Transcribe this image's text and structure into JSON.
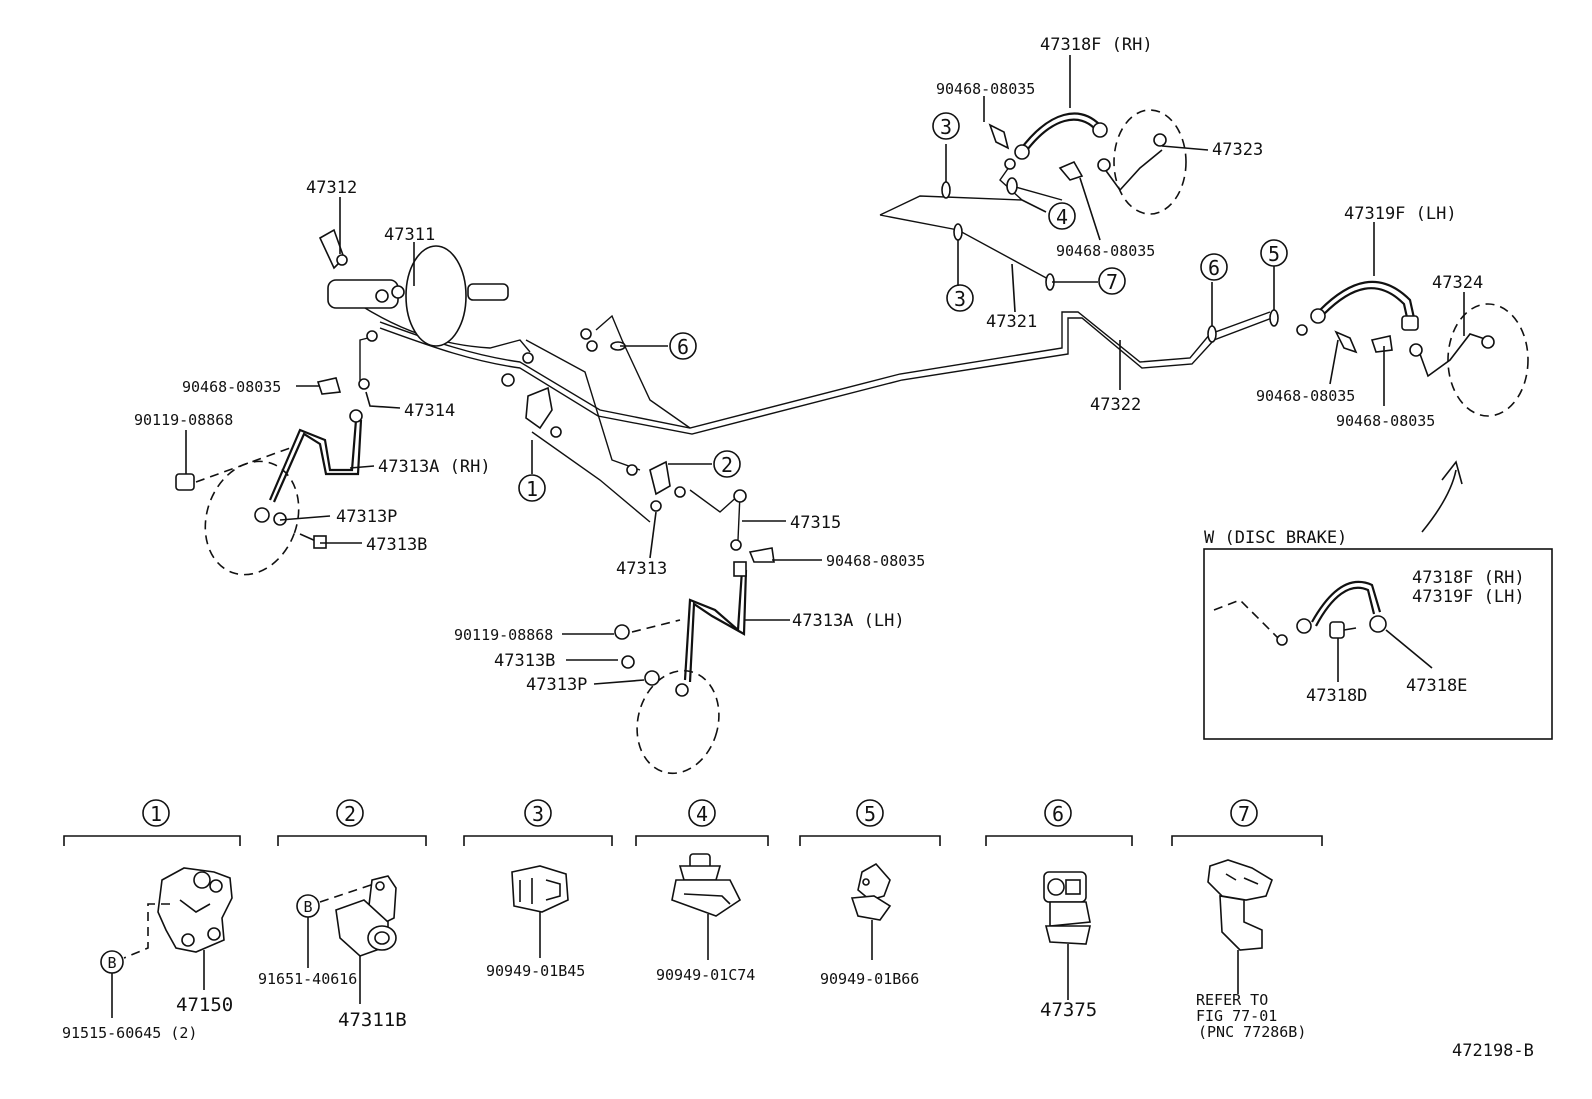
{
  "labels": {
    "p47318f_rh": "47318F (RH)",
    "p90468_top": "90468-08035",
    "p47323": "47323",
    "p90468_topright": "90468-08035",
    "p47312": "47312",
    "p47311": "47311",
    "p47321": "47321",
    "p47319f_lh": "47319F (LH)",
    "p47324": "47324",
    "p47322": "47322",
    "p90468_rear1": "90468-08035",
    "p90468_rear2": "90468-08035",
    "p90468_left": "90468-08035",
    "p47314": "47314",
    "p90119_left": "90119-08868",
    "p47313a_rh": "47313A (RH)",
    "p47313p_left": "47313P",
    "p47313b_left": "47313B",
    "p47313": "47313",
    "p47315": "47315",
    "p90468_mid": "90468-08035",
    "p47313a_lh": "47313A (LH)",
    "p90119_mid": "90119-08868",
    "p47313b_mid": "47313B",
    "p47313p_mid": "47313P"
  },
  "inset": {
    "title": "W (DISC BRAKE)",
    "hose_rh": "47318F (RH)",
    "hose_lh": "47319F (LH)",
    "bolt": "47318D",
    "washer": "47318E"
  },
  "callouts": {
    "c1": "1",
    "c2": "2",
    "c3a": "3",
    "c3b": "3",
    "c4": "4",
    "c5": "5",
    "c6a": "6",
    "c6b": "6",
    "c7": "7"
  },
  "details": [
    {
      "num": "1",
      "part": "47150",
      "bolt": "91515-60645 (2)",
      "bmark": "B"
    },
    {
      "num": "2",
      "part": "47311B",
      "bolt": "91651-40616",
      "bmark": "B"
    },
    {
      "num": "3",
      "part": "90949-01B45"
    },
    {
      "num": "4",
      "part": "90949-01C74"
    },
    {
      "num": "5",
      "part": "90949-01B66"
    },
    {
      "num": "6",
      "part": "47375"
    },
    {
      "num": "7",
      "ref1": "REFER TO",
      "ref2": "FIG 77-01",
      "ref3": "(PNC 77286B)"
    }
  ],
  "diagram_id": "472198-B"
}
